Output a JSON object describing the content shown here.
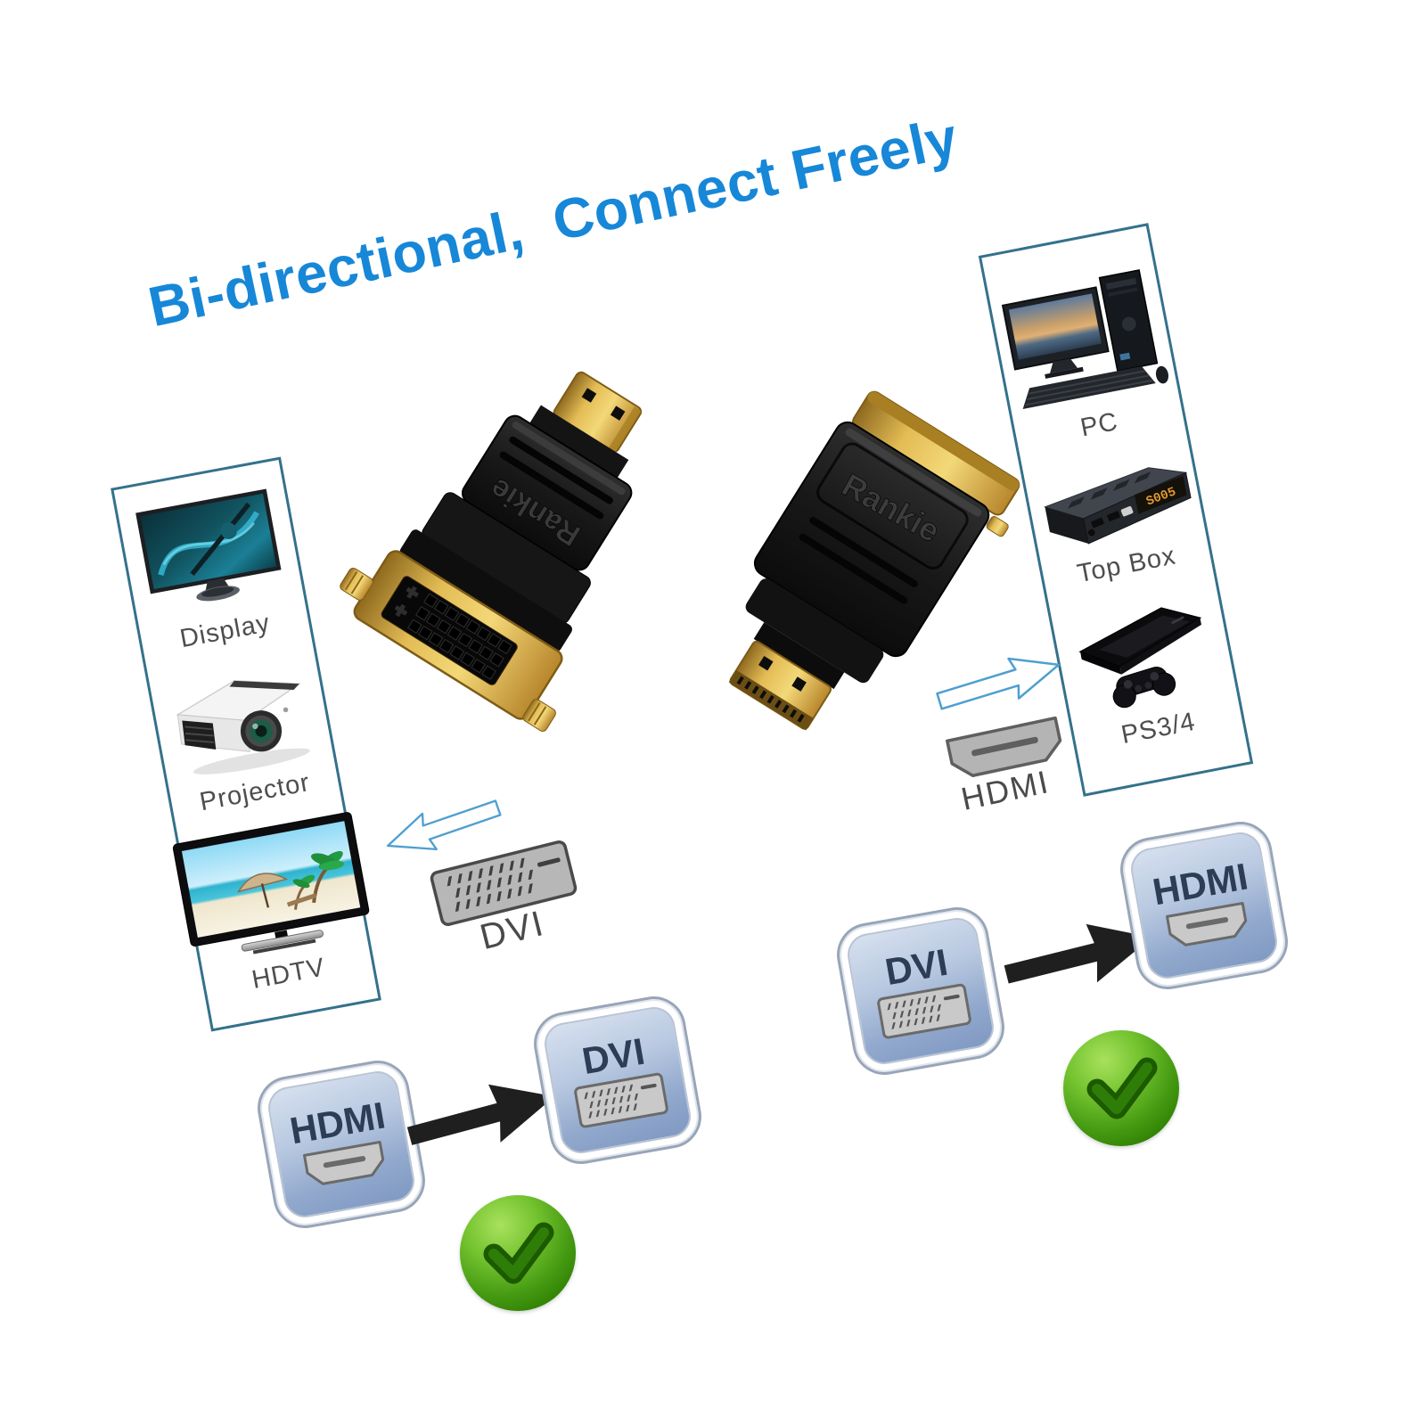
{
  "title": "Bi-directional,  Connect Freely",
  "brand": "Rankie",
  "colors": {
    "title_blue": "#1787d8",
    "box_border_teal": "#34718b",
    "arrow_outline_blue": "#4f9fd0",
    "black_arrow": "#1f1f1f",
    "badge_text_navy": "#2d3d56",
    "check_green": "#3f9210",
    "connector_gold": "#d4a93f",
    "label_gray": "#4e4e4e"
  },
  "left_box": {
    "items": [
      {
        "label": "Display"
      },
      {
        "label": "Projector"
      },
      {
        "label": "HDTV"
      }
    ]
  },
  "right_box": {
    "items": [
      {
        "label": "PC"
      },
      {
        "label": "Top Box"
      },
      {
        "label": "PS3/4"
      }
    ],
    "topbox_display": "S005"
  },
  "connector_labels": {
    "dvi": "DVI",
    "hdmi": "HDMI"
  },
  "flows": {
    "left": {
      "from": "HDMI",
      "to": "DVI"
    },
    "right": {
      "from": "DVI",
      "to": "HDMI"
    }
  }
}
